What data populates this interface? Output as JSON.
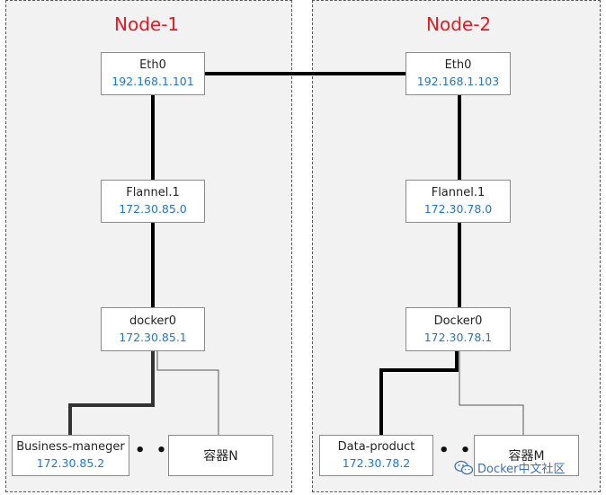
{
  "node1": {
    "title": "Node-1",
    "eth": {
      "name": "Eth0",
      "ip": "192.168.1.101"
    },
    "flannel": {
      "name": "Flannel.1",
      "ip": "172.30.85.0"
    },
    "docker": {
      "name": "docker0",
      "ip": "172.30.85.1"
    },
    "container_a": {
      "name": "Business-maneger",
      "ip": "172.30.85.2"
    },
    "container_b": {
      "name": "容器N"
    },
    "ellipsis": "• • •"
  },
  "node2": {
    "title": "Node-2",
    "eth": {
      "name": "Eth0",
      "ip": "192.168.1.103"
    },
    "flannel": {
      "name": "Flannel.1",
      "ip": "172.30.78.0"
    },
    "docker": {
      "name": "Docker0",
      "ip": "172.30.78.1"
    },
    "container_a": {
      "name": "Data-product",
      "ip": "172.30.78.2"
    },
    "container_b": {
      "name": "容器M"
    },
    "ellipsis": "• • •"
  },
  "watermark": {
    "text": "Docker中文社区",
    "icon": "wechat-icon"
  },
  "colors": {
    "title": "#e31b23",
    "ip": "#1f77c8",
    "panel": "#f2f2f2",
    "link": "#000000"
  }
}
